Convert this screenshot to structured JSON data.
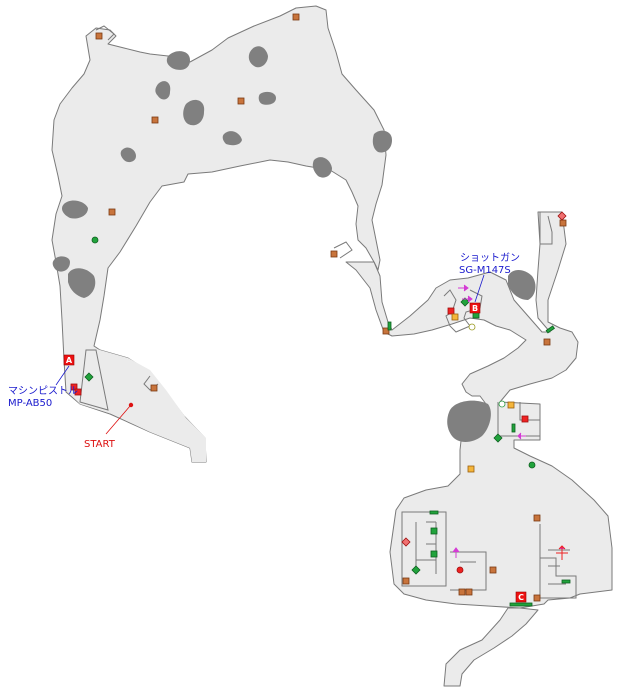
{
  "map": {
    "markers": [
      {
        "id": "A",
        "label": "A"
      },
      {
        "id": "B",
        "label": "B"
      },
      {
        "id": "C",
        "label": "C"
      }
    ],
    "labels": {
      "weapon_a_line1": "マシンピストル",
      "weapon_a_line2": "MP-AB50",
      "weapon_b_line1": "ショットガン",
      "weapon_b_line2": "SG-M147S",
      "start": "START"
    },
    "colors": {
      "floor": "#ebebeb",
      "wall": "#7a7a7a",
      "rock": "#808080",
      "crate": "#c8743c",
      "red_item": "#ee2222",
      "green_item": "#21a33c",
      "yellow_item": "#f4b53a",
      "pink_arrow": "#d43bd4",
      "weapon_label": "#1a1acd",
      "start_label": "#dd1111"
    }
  }
}
